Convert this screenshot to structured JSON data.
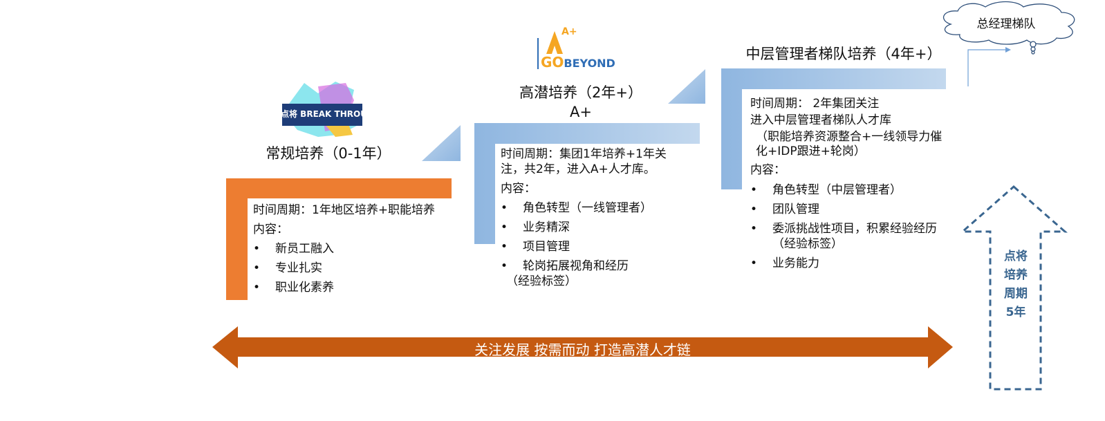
{
  "colors": {
    "orange": "#ed7d31",
    "blue": "#9dc3e6",
    "arrow": "#c55a11",
    "dashed": "#3a6690"
  },
  "logos": {
    "stage1": "点将 BREAK THROUGH",
    "stage2_a": "A+",
    "stage2_go": "GO",
    "stage2_beyond": "BEYOND"
  },
  "cloud": {
    "label": "总经理梯队"
  },
  "stages": [
    {
      "title": "常规培养（0-1年）",
      "period": "时间周期：1年地区培养+职能培养",
      "content_label": "内容：",
      "items": [
        "新员工融入",
        "专业扎实",
        "职业化素养"
      ]
    },
    {
      "title": "高潜培养（2年+）",
      "subtitle": "A+",
      "period": "时间周期：集团1年培养+1年关注，共2年，进入A+人才库。",
      "content_label": "内容：",
      "items": [
        "角色转型（一线管理者）",
        "业务精深",
        "项目管理",
        "轮岗拓展视角和经历"
      ],
      "note": "（经验标签）"
    },
    {
      "title": "中层管理者梯队培养（4年+）",
      "period": "时间周期：  2年集团关注",
      "period2": "进入中层管理者梯队人才库",
      "period3": "（职能培养资源整合+一线领导力催化+IDP跟进+轮岗）",
      "content_label": "内容：",
      "items": [
        "角色转型（中层管理者）",
        "团队管理",
        "委派挑战性项目，积累经验经历（经验标签）",
        "业务能力"
      ]
    }
  ],
  "bottom_arrow": {
    "label": "关注发展 按需而动 打造高潜人才链"
  },
  "cycle_arrow": {
    "lines": [
      "点将",
      "培养",
      "周期",
      "5年"
    ]
  }
}
